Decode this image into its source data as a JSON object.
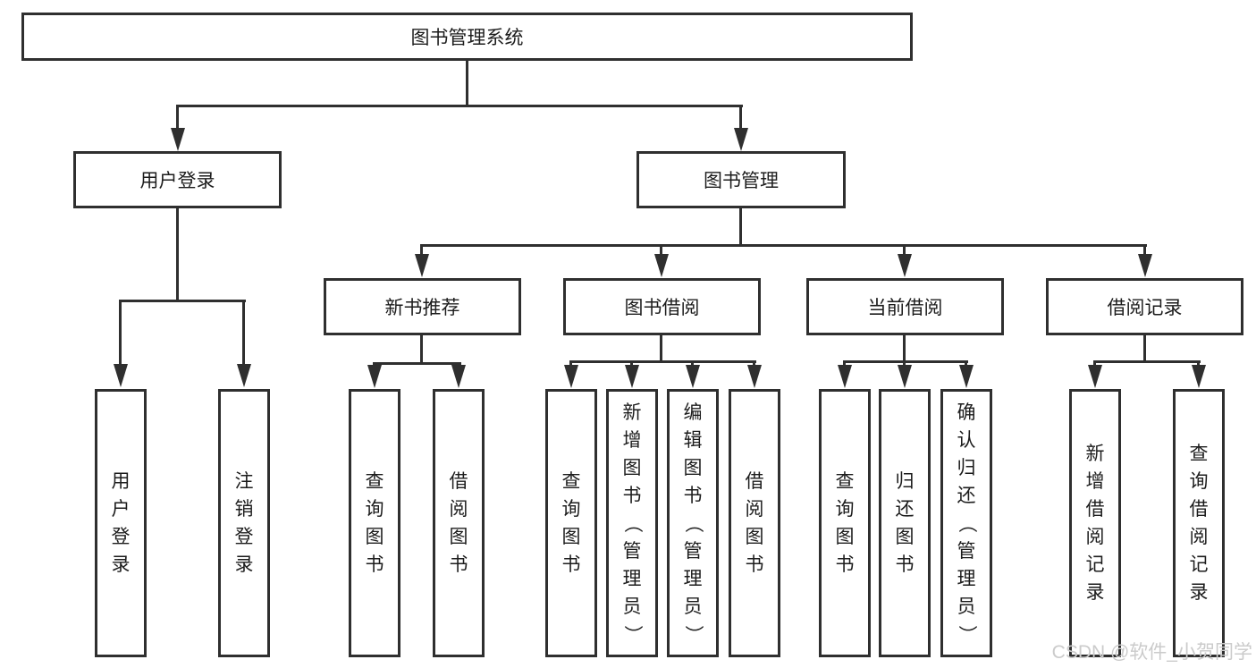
{
  "watermark": "CSDN @软件_小贺同学",
  "colors": {
    "line": "#2f2f2f",
    "text": "#1c1c1c",
    "watermark": "#cbcbcb",
    "background": "#ffffff"
  },
  "tree": {
    "label": "图书管理系统",
    "children": [
      {
        "label": "用户登录",
        "children": [
          {
            "label": "用户登录"
          },
          {
            "label": "注销登录"
          }
        ]
      },
      {
        "label": "图书管理",
        "children": [
          {
            "label": "新书推荐",
            "children": [
              {
                "label": "查询图书"
              },
              {
                "label": "借阅图书"
              }
            ]
          },
          {
            "label": "图书借阅",
            "children": [
              {
                "label": "查询图书"
              },
              {
                "label": "新增图书（管理员）"
              },
              {
                "label": "编辑图书（管理员）"
              },
              {
                "label": "借阅图书"
              }
            ]
          },
          {
            "label": "当前借阅",
            "children": [
              {
                "label": "查询图书"
              },
              {
                "label": "归还图书"
              },
              {
                "label": "确认归还（管理员）"
              }
            ]
          },
          {
            "label": "借阅记录",
            "children": [
              {
                "label": "新增借阅记录"
              },
              {
                "label": "查询借阅记录"
              }
            ]
          }
        ]
      }
    ]
  }
}
